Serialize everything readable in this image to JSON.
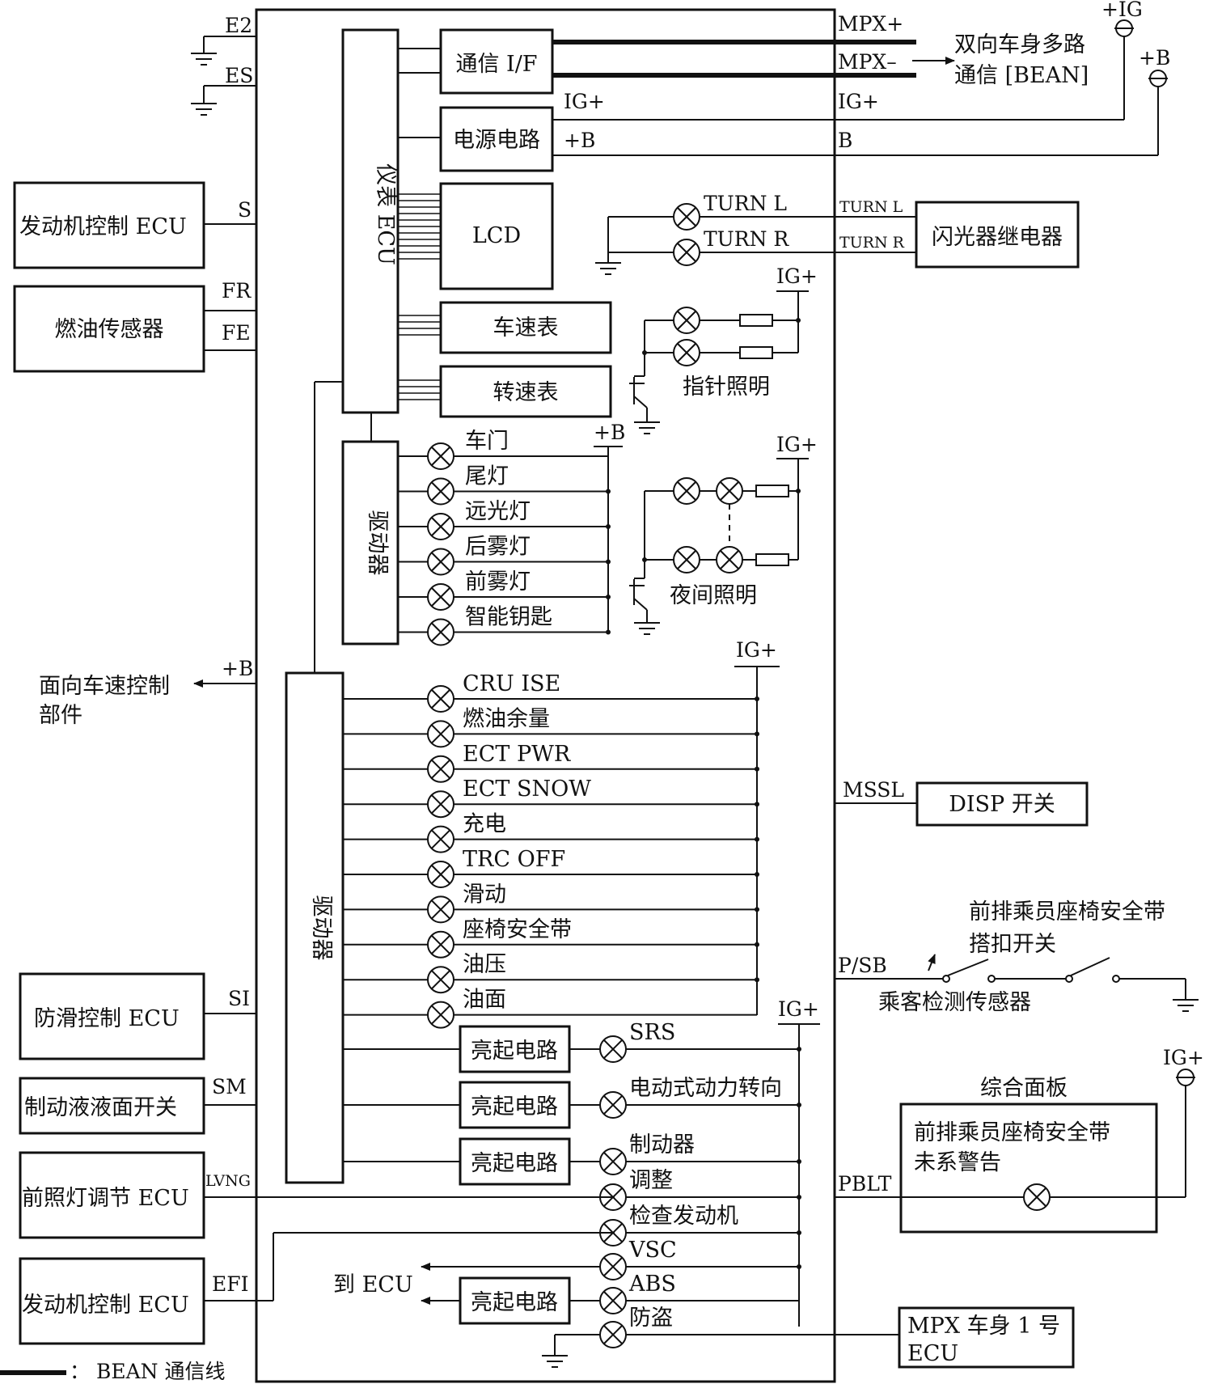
{
  "pins_left": {
    "e2": "E2",
    "es": "ES",
    "s": "S",
    "fr": "FR",
    "fe": "FE",
    "plus_b": "+B",
    "si": "SI",
    "sm": "SM",
    "lvng": "LVNG",
    "efi": "EFI"
  },
  "pins_right": {
    "mpx_plus": "MPX+",
    "mpx_minus": "MPX–",
    "ig_plus": "IG+",
    "b": "B",
    "turn_l": "TURN L",
    "turn_r": "TURN R",
    "mssl": "MSSL",
    "psb": "P/SB",
    "pblt": "PBLT"
  },
  "external_left": {
    "engine_ecu_top": "发动机控制 ECU",
    "fuel_sensor": "燃油传感器",
    "cruise_target": "面向车速控制",
    "cruise_target2": "部件",
    "abs_ecu": "防滑控制 ECU",
    "brake_fluid_switch": "制动液液面开关",
    "headlamp_ecu": "前照灯调节 ECU",
    "engine_ecu_bottom": "发动机控制 ECU"
  },
  "external_right": {
    "bean_line1": "双向车身多路",
    "bean_line2": "通信 [BEAN]",
    "ig_top": "+IG",
    "b_top": "+B",
    "flasher_relay": "闪光器继电器",
    "disp_switch": "DISP 开关",
    "buckle_line1": "前排乘员座椅安全带",
    "buckle_line2": "搭扣开关",
    "occupant_sensor": "乘客检测传感器",
    "panel_title": "综合面板",
    "panel_line1": "前排乘员座椅安全带",
    "panel_line2": "未系警告",
    "ig_panel": "IG+",
    "mpx_body_line1": "MPX 车身 1 号",
    "mpx_body_line2": "ECU"
  },
  "internal": {
    "meter_ecu": "仪表 ECU",
    "comm_if": "通信 I/F",
    "power_circuit": "电源电路",
    "lcd": "LCD",
    "speedometer": "车速表",
    "tachometer": "转速表",
    "driver_upper": "驱动器",
    "driver_lower": "驱动器",
    "ig_plus_in": "IG+",
    "plus_b_in": "+B",
    "lit_circuit": "亮起电路",
    "to_ecu": "到 ECU"
  },
  "turn_lamps": [
    "TURN L",
    "TURN R"
  ],
  "needle_light": {
    "label": "指针照明",
    "ig": "IG+"
  },
  "night_light": {
    "label": "夜间照明",
    "ig": "IG+"
  },
  "upper_indicators": {
    "supply": "+B",
    "items": [
      "车门",
      "尾灯",
      "远光灯",
      "后雾灯",
      "前雾灯",
      "智能钥匙"
    ]
  },
  "lower_indicators": {
    "supply": "IG+",
    "items": [
      "CRU ISE",
      "燃油余量",
      "ECT PWR",
      "ECT SNOW",
      "充电",
      "TRC OFF",
      "滑动",
      "座椅安全带",
      "油压",
      "油面"
    ]
  },
  "bottom_indicators": {
    "supply": "IG+",
    "items": [
      "SRS",
      "电动式动力转向",
      "制动器",
      "调整",
      "检查发动机",
      "VSC",
      "ABS",
      "防盗"
    ]
  },
  "legend": {
    "text": "：  BEAN 通信线"
  },
  "colors": {
    "line": "#111111",
    "background": "#ffffff"
  }
}
